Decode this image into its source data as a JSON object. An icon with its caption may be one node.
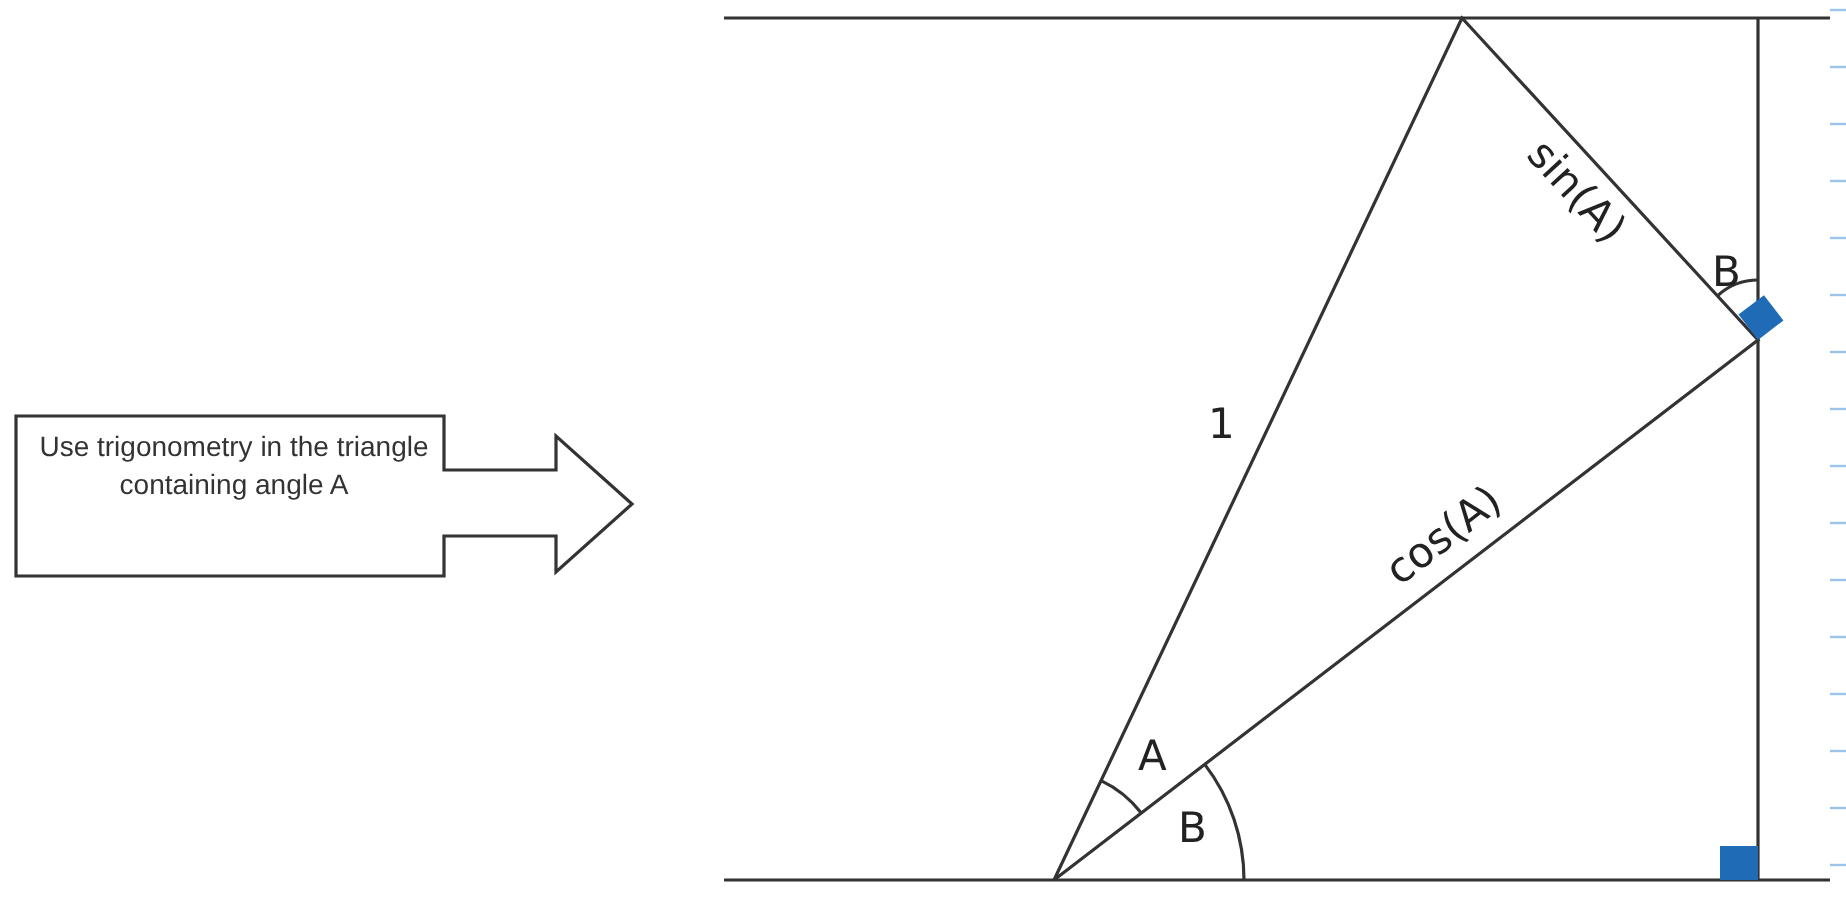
{
  "diagram": {
    "nodes": [
      {
        "text": [
          "Use trigonometry in the triangle containing angle A"
        ]
      }
    ],
    "labels": [
      "sin(A)",
      "B",
      "1",
      "cos(A)",
      "A",
      "B"
    ]
  }
}
